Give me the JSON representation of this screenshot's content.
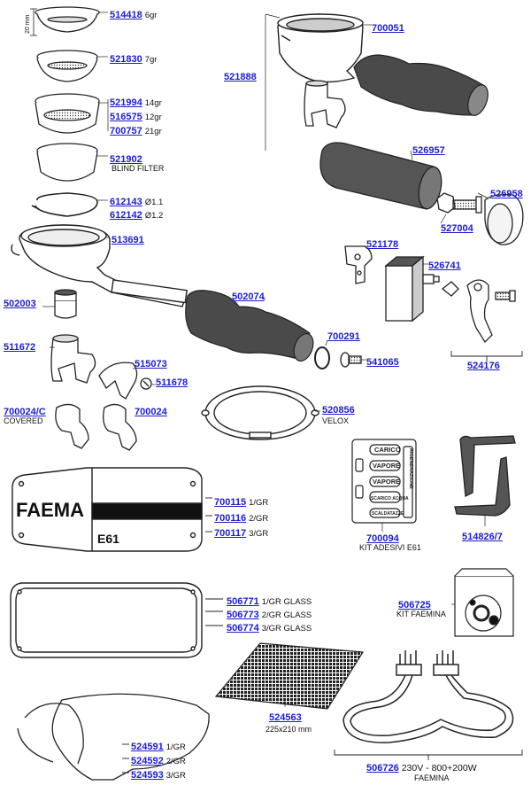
{
  "parts": [
    {
      "code": "514418",
      "detail": "6gr"
    },
    {
      "code": "521830",
      "detail": "7gr"
    },
    {
      "code": "521994",
      "detail": "14gr"
    },
    {
      "code": "516575",
      "detail": "12gr"
    },
    {
      "code": "700757",
      "detail": "21gr"
    },
    {
      "code": "521902",
      "detail": "BLIND FILTER"
    },
    {
      "code": "612143",
      "detail": "Ø1.1"
    },
    {
      "code": "612142",
      "detail": "Ø1.2"
    },
    {
      "code": "513691",
      "detail": ""
    },
    {
      "code": "502003",
      "detail": ""
    },
    {
      "code": "502074",
      "detail": ""
    },
    {
      "code": "511672",
      "detail": ""
    },
    {
      "code": "515073",
      "detail": ""
    },
    {
      "code": "511678",
      "detail": ""
    },
    {
      "code": "700024/C",
      "detail": "COVERED"
    },
    {
      "code": "700024",
      "detail": ""
    },
    {
      "code": "700051",
      "detail": ""
    },
    {
      "code": "521888",
      "detail": ""
    },
    {
      "code": "526957",
      "detail": ""
    },
    {
      "code": "526958",
      "detail": ""
    },
    {
      "code": "527004",
      "detail": ""
    },
    {
      "code": "521178",
      "detail": ""
    },
    {
      "code": "526741",
      "detail": ""
    },
    {
      "code": "524176",
      "detail": ""
    },
    {
      "code": "700291",
      "detail": ""
    },
    {
      "code": "541065",
      "detail": ""
    },
    {
      "code": "520856",
      "detail": "VELOX"
    },
    {
      "code": "700115",
      "detail": "1/GR"
    },
    {
      "code": "700116",
      "detail": "2/GR"
    },
    {
      "code": "700117",
      "detail": "3/GR"
    },
    {
      "code": "700094",
      "detail": "KIT ADESIVI E61"
    },
    {
      "code": "514826/7",
      "detail": ""
    },
    {
      "code": "506771",
      "detail": "1/GR GLASS"
    },
    {
      "code": "506773",
      "detail": "2/GR GLASS"
    },
    {
      "code": "506774",
      "detail": "3/GR GLASS"
    },
    {
      "code": "506725",
      "detail": "KIT FAEMINA"
    },
    {
      "code": "524563",
      "detail": "225x210 mm"
    },
    {
      "code": "524591",
      "detail": "1/GR"
    },
    {
      "code": "524592",
      "detail": "2/GR"
    },
    {
      "code": "524593",
      "detail": "3/GR"
    },
    {
      "code": "506726",
      "detail": "230V - 800+200W"
    }
  ],
  "extra": {
    "dimension_20mm": "20 mm",
    "faemina_caption": "FAEMINA"
  },
  "panel": {
    "brand": "FAEMA",
    "model": "E61"
  },
  "sticker_buttons": {
    "carico": "CARICO",
    "vapore1": "VAPORE",
    "vapore2": "VAPORE",
    "scarico": "SCARICO ACQUA",
    "scaldatazze": "SCALDATAZZE",
    "rigenerazione": "RIGENERAZIONE"
  },
  "colors": {
    "code_blue": "#1d1dcc",
    "rubber": "#4a4a4a",
    "outline": "#222222"
  }
}
